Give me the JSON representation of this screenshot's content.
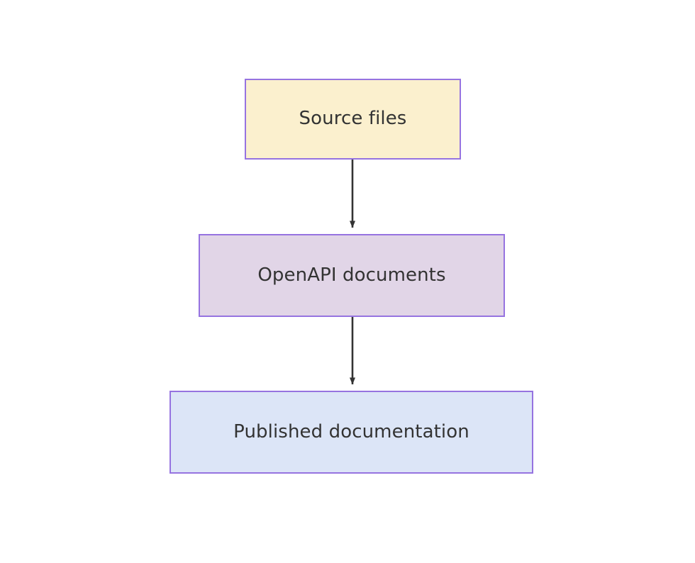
{
  "diagram": {
    "type": "flowchart",
    "direction": "top-to-bottom",
    "background_color": "#ffffff",
    "node_border_color": "#9673e0",
    "edge_color": "#333333",
    "text_color": "#333333",
    "nodes": [
      {
        "id": "source-files",
        "label": "Source files",
        "fill_color": "#fbf0ce"
      },
      {
        "id": "openapi-documents",
        "label": "OpenAPI documents",
        "fill_color": "#e1d5e7"
      },
      {
        "id": "published-documentation",
        "label": "Published documentation",
        "fill_color": "#dce5f7"
      }
    ],
    "edges": [
      {
        "id": "edge-source-to-openapi",
        "from": "source-files",
        "to": "openapi-documents",
        "label": "",
        "arrowhead": "solid-triangle"
      },
      {
        "id": "edge-openapi-to-published",
        "from": "openapi-documents",
        "to": "published-documentation",
        "label": "",
        "arrowhead": "solid-triangle"
      }
    ]
  }
}
